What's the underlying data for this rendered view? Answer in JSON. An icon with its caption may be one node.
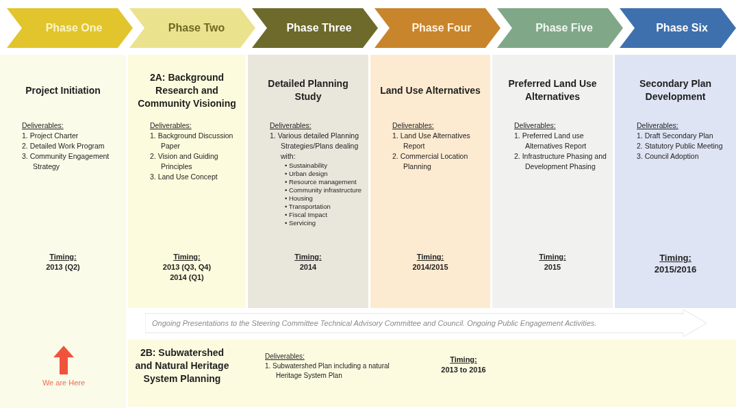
{
  "diagram": {
    "nodes": [
      {
        "text": [
          "Phase One"
        ]
      },
      {
        "text": [
          "Phase Two"
        ]
      },
      {
        "text": [
          "Phase Three"
        ]
      },
      {
        "text": [
          "Phase Four"
        ]
      },
      {
        "text": [
          "Phase Five"
        ]
      },
      {
        "text": [
          "Phase Six"
        ]
      },
      {
        "text": [
          "Project Initiation",
          "Deliverables:",
          "1. Project Charter",
          "2. Detailed Work Program",
          "3. Community Engagement Strategy",
          "Timing:",
          "2013 (Q2)"
        ]
      },
      {
        "text": [
          "2A: Background Research and Community Visioning",
          "Deliverables:",
          "1. Background Discussion Paper",
          "2. Vision and Guiding Principles",
          "3. Land Use Concept",
          "Timing:",
          "2013 (Q3, Q4) 2014 (Q1)"
        ]
      },
      {
        "text": [
          "Detailed Planning Study",
          "Deliverables:",
          "1. Various detailed Planning Strategies/Plans dealing with:",
          "• Sustainability",
          "• Urban design",
          "• Resource management",
          "• Community infrastructure",
          "• Housing",
          "• Transportation",
          "• Fiscal Impact",
          "• Servicing",
          "Timing:",
          "2014"
        ]
      },
      {
        "text": [
          "Land Use Alternatives",
          "Deliverables:",
          "1. Land Use Alternatives Report",
          "2. Commercial Location Planning",
          "Timing:",
          "2014/2015"
        ]
      },
      {
        "text": [
          "Preferred Land Use Alternatives",
          "Deliverables:",
          "1. Preferred Land use Alternatives Report",
          "2. Infrastructure Phasing and Development Phasing",
          "Timing:",
          "2015"
        ]
      },
      {
        "text": [
          "Secondary Plan Development",
          "Deliverables:",
          "1. Draft Secondary Plan",
          "2. Statutory Public Meeting",
          "3. Council Adoption",
          "Timing:",
          "2015/2016"
        ]
      },
      {
        "text": [
          "Ongoing Presentations to the Steering Committee Technical Advisory Committee and Council. Ongoing Public Engagement Activities."
        ]
      },
      {
        "text": [
          "2B: Subwatershed and Natural Heritage System Planning",
          "Deliverables:",
          "1. Subwatershed Plan including a natural Heritage System Plan",
          "Timing:",
          "2013 to 2016"
        ]
      }
    ],
    "labels": [
      "We are Here"
    ]
  }
}
